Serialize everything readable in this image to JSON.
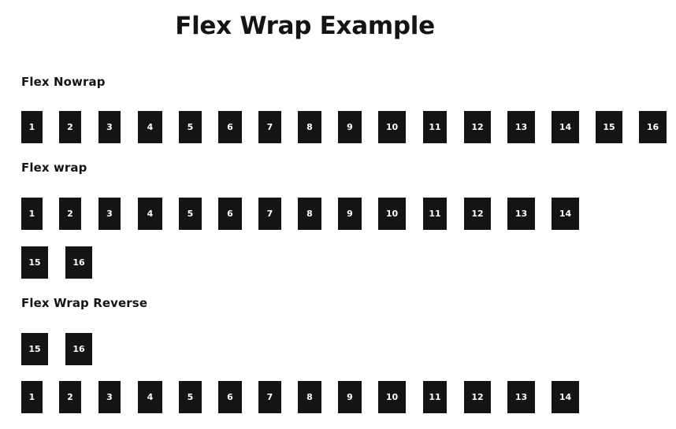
{
  "page": {
    "title": "Flex Wrap Example"
  },
  "sections": [
    {
      "heading": "Flex Nowrap",
      "rows": [
        [
          "1",
          "2",
          "3",
          "4",
          "5",
          "6",
          "7",
          "8",
          "9",
          "10",
          "11",
          "12",
          "13",
          "14",
          "15",
          "16"
        ]
      ]
    },
    {
      "heading": "Flex wrap",
      "rows": [
        [
          "1",
          "2",
          "3",
          "4",
          "5",
          "6",
          "7",
          "8",
          "9",
          "10",
          "11",
          "12",
          "13",
          "14"
        ],
        [
          "15",
          "16"
        ]
      ]
    },
    {
      "heading": "Flex Wrap Reverse",
      "rows": [
        [
          "15",
          "16"
        ],
        [
          "1",
          "2",
          "3",
          "4",
          "5",
          "6",
          "7",
          "8",
          "9",
          "10",
          "11",
          "12",
          "13",
          "14"
        ]
      ]
    }
  ],
  "colors": {
    "box_background": "#141414",
    "box_text": "#ffffff",
    "page_background": "#ffffff",
    "heading_text": "#141414"
  }
}
